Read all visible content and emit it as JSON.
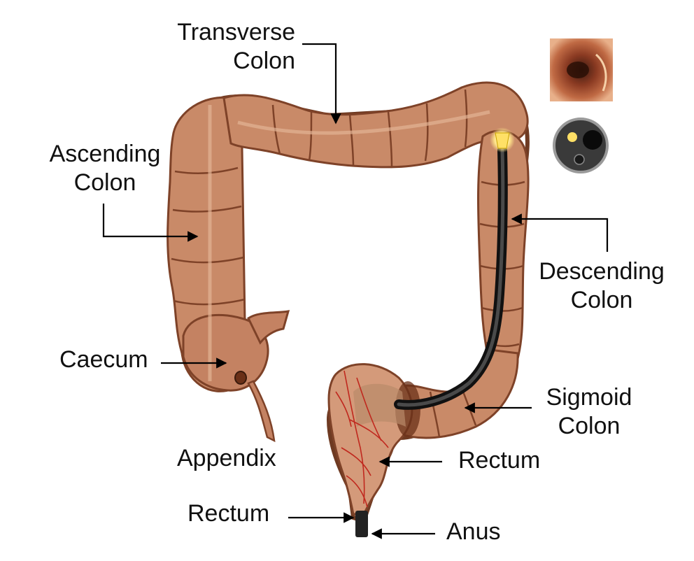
{
  "labels": {
    "transverse": "Transverse\nColon",
    "ascending": "Ascending\nColon",
    "descending": "Descending\nColon",
    "caecum": "Caecum",
    "appendix": "Appendix",
    "sigmoid": "Sigmoid\nColon",
    "rectum_upper": "Rectum",
    "rectum_lower": "Rectum",
    "anus": "Anus"
  },
  "colors": {
    "colon_fill": "#c98a68",
    "colon_shade": "#9a5a3c",
    "colon_highlight": "#e3b494",
    "fold_line": "#7e4228",
    "scope": "#1e1e1e",
    "scope_light": "#ffe48a",
    "vessel": "#c0281e",
    "arrow": "#000000"
  },
  "icons": [
    "endoscopic-view-icon",
    "scope-tip-icon"
  ]
}
